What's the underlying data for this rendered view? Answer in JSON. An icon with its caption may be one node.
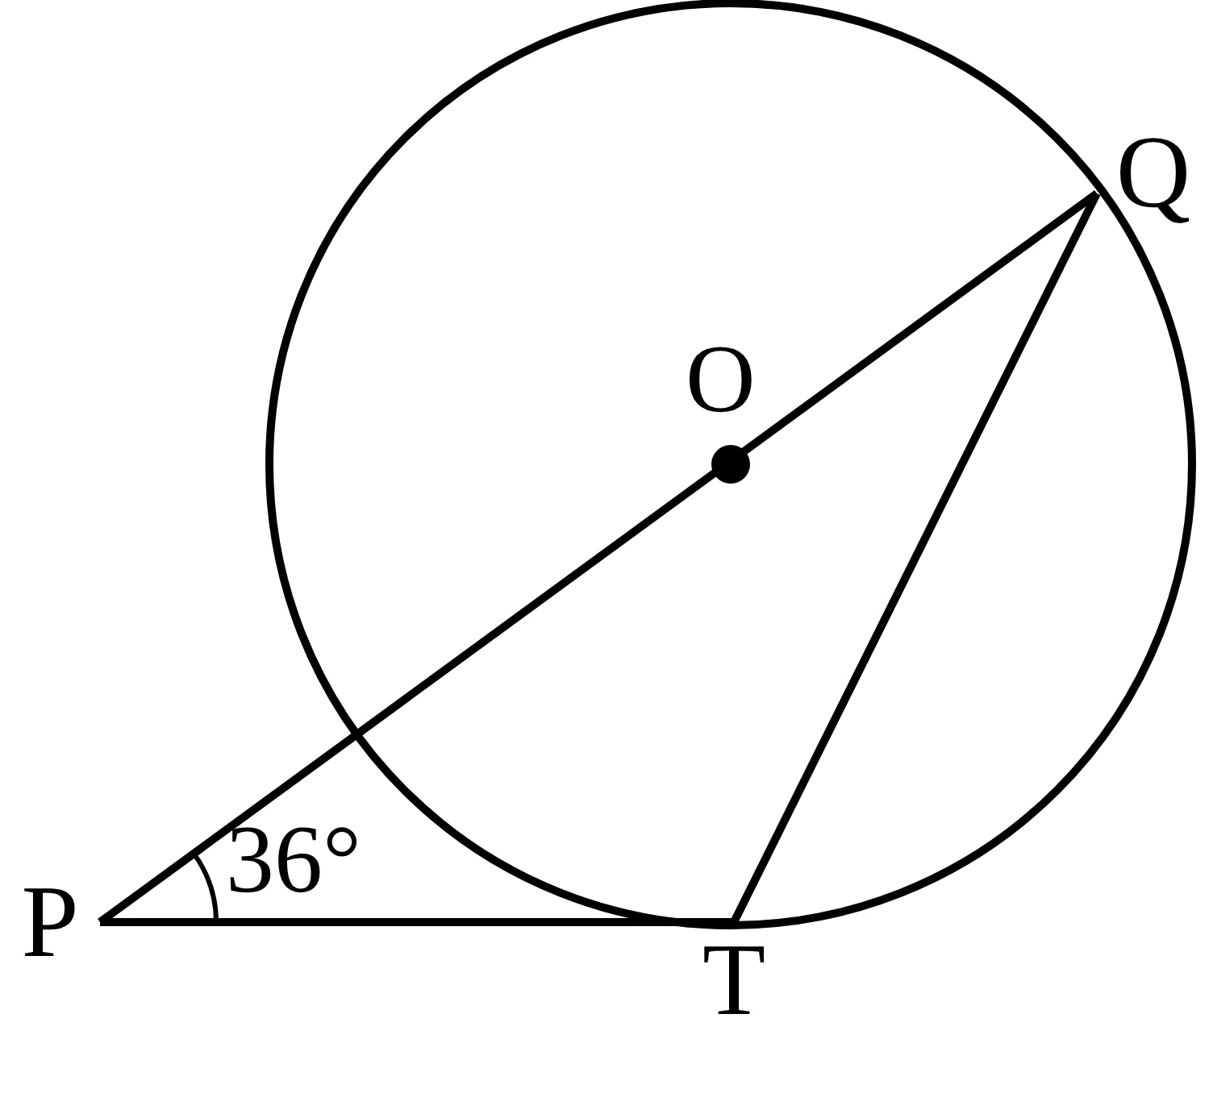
{
  "diagram": {
    "nodes": [
      {
        "text": [
          "P"
        ]
      },
      {
        "text": [
          "Q"
        ]
      },
      {
        "text": [
          "T"
        ]
      }
    ],
    "edges": [
      {
        "from": 0,
        "to": 1,
        "arrow": "none"
      },
      {
        "from": 0,
        "to": 2,
        "arrow": "none"
      },
      {
        "from": 2,
        "to": 1,
        "arrow": "none"
      }
    ],
    "labels": [
      "O",
      "36°"
    ]
  }
}
